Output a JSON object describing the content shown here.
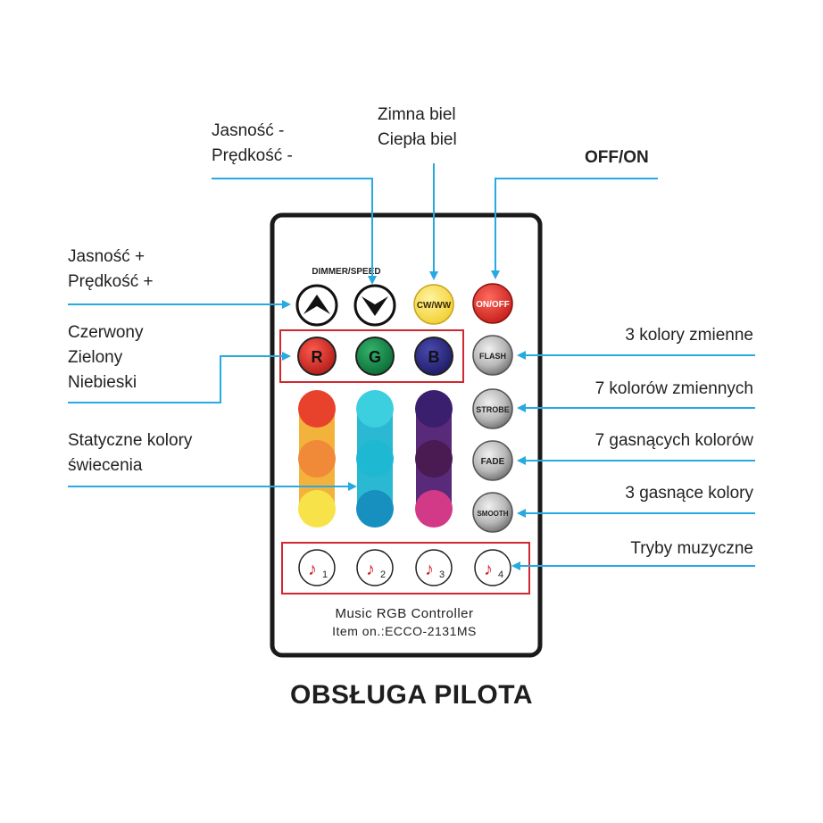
{
  "labels": {
    "brightness_down": [
      "Jasność -",
      "Prędkość -"
    ],
    "white": [
      "Zimna biel",
      "Ciepła biel"
    ],
    "off_on": "OFF/ON",
    "brightness_up": [
      "Jasność +",
      "Prędkość +"
    ],
    "rgb": [
      "Czerwony",
      "Zielony",
      "Niebieski"
    ],
    "static": [
      "Statyczne kolory",
      "świecenia"
    ],
    "flash": "3 kolory zmienne",
    "strobe": "7 kolorów zmiennych",
    "fade": "7 gasnących kolorów",
    "smooth": "3 gasnące kolory",
    "music": "Tryby muzyczne"
  },
  "remote": {
    "dimmer_label": "DIMMER/SPEED",
    "cw_ww": "CW/WW",
    "on_off": "ON/OFF",
    "r": "R",
    "g": "G",
    "b": "B",
    "flash": "FLASH",
    "strobe": "STROBE",
    "fade": "FADE",
    "smooth": "SMOOTH",
    "music_numbers": [
      "1",
      "2",
      "3",
      "4"
    ],
    "model_line1": "Music RGB Controller",
    "model_line2": "Item on.:ECCO-2131MS"
  },
  "title": "OBSŁUGA PILOTA",
  "colors": {
    "arrow": "#27a9e1",
    "frame_red": "#d0282e",
    "red_col": [
      "#e8412c",
      "#f08a38",
      "#f7e24a"
    ],
    "cyan_col": [
      "#3ccfe0",
      "#1fb8d3",
      "#178fbf"
    ],
    "purple_col": [
      "#3a1f6e",
      "#4a1a52",
      "#d23a87"
    ]
  }
}
